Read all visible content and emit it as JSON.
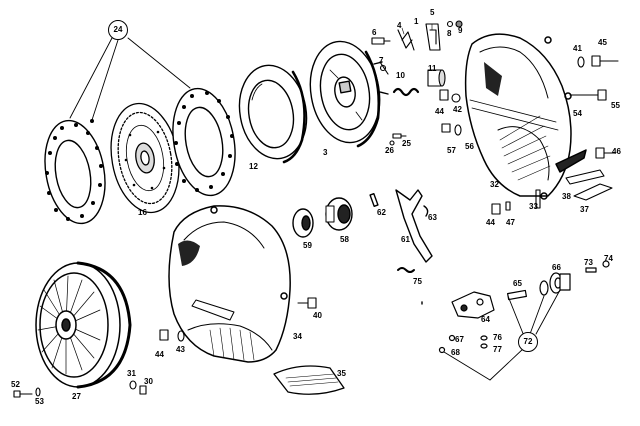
{
  "callouts": {
    "c24": "24",
    "c72": "72"
  },
  "labels": {
    "l1": "1",
    "l3": "3",
    "l4": "4",
    "l5": "5",
    "l6": "6",
    "l7": "7",
    "l8": "8",
    "l9": "9",
    "l10": "10",
    "l11": "11",
    "l12": "12",
    "l16": "16",
    "l25": "25",
    "l26": "26",
    "l27": "27",
    "l30": "30",
    "l31": "31",
    "l32": "32",
    "l33": "33",
    "l34": "34",
    "l35": "35",
    "l37": "37",
    "l38": "38",
    "l40": "40",
    "l41": "41",
    "l42": "42",
    "l43": "43",
    "l44a": "44",
    "l44b": "44",
    "l44c": "44",
    "l45": "45",
    "l46": "46",
    "l47": "47",
    "l52": "52",
    "l53": "53",
    "l54": "54",
    "l55": "55",
    "l56": "56",
    "l57": "57",
    "l58": "58",
    "l59": "59",
    "l61": "61",
    "l62": "62",
    "l63": "63",
    "l64": "64",
    "l65": "65",
    "l66": "66",
    "l67": "67",
    "l68": "68",
    "l73": "73",
    "l74": "74",
    "l75": "75",
    "l76": "76",
    "l77": "77"
  }
}
